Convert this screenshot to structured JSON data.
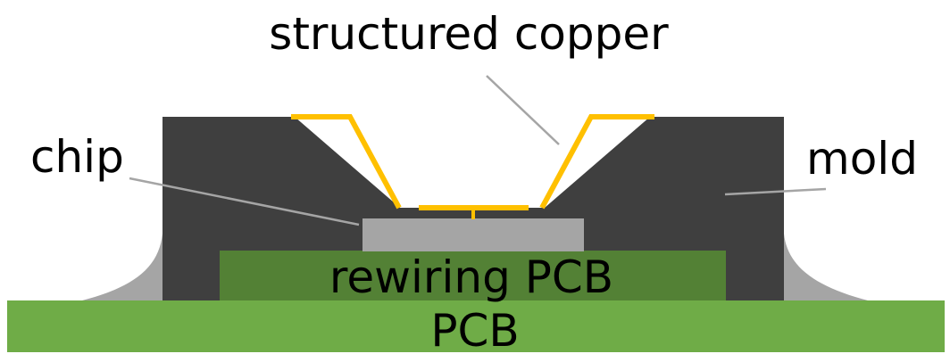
{
  "labels": {
    "structured_copper": "structured copper",
    "chip": "chip",
    "mold": "mold",
    "rewiring_pcb": "rewiring PCB",
    "pcb": "PCB"
  },
  "colors": {
    "background": "#ffffff",
    "pcb": "#6fac47",
    "rewiring_pcb": "#538135",
    "mold": "#3f3f3f",
    "chip": "#a5a5a5",
    "underfill": "#a5a5a5",
    "copper": "#ffc000",
    "leader": "#a5a5a5"
  }
}
